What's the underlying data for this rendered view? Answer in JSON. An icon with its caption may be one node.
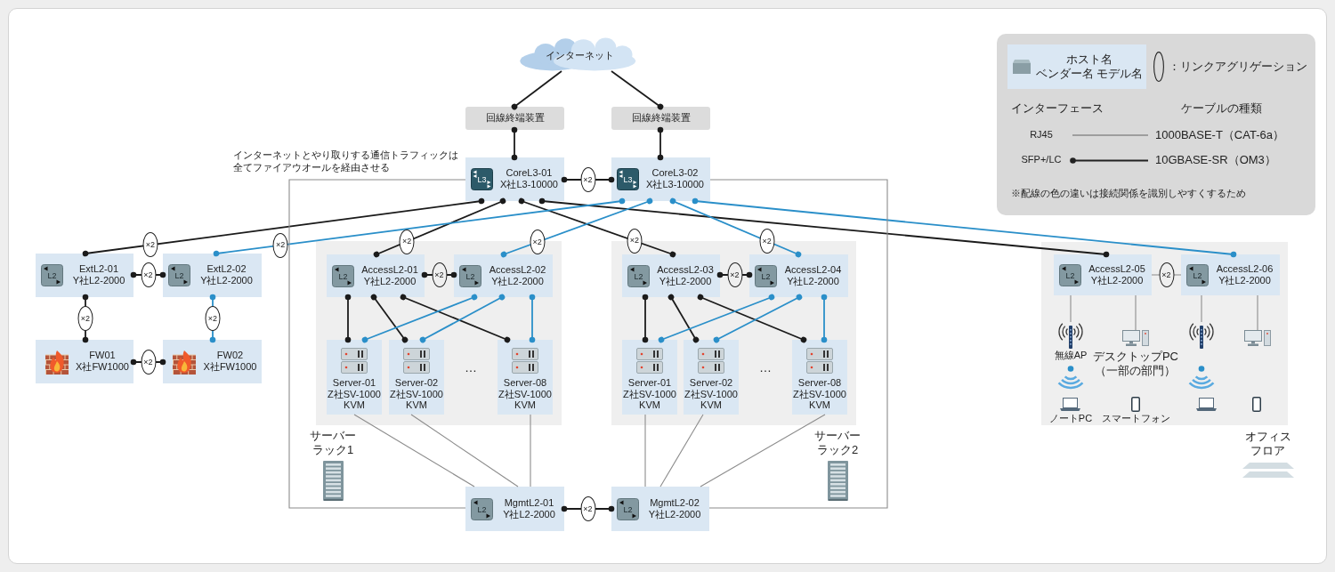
{
  "diagram": {
    "nodes": [
      {
        "text": [
          "インターネット"
        ]
      },
      {
        "text": [
          "回線終端装置"
        ]
      },
      {
        "text": [
          "回線終端装置"
        ]
      },
      {
        "text": [
          "L3",
          "CoreL3-01",
          "X社L3-10000"
        ]
      },
      {
        "text": [
          "L3",
          "CoreL3-02",
          "X社L3-10000"
        ]
      },
      {
        "text": [
          "L2",
          "ExtL2-01",
          "Y社L2-2000"
        ]
      },
      {
        "text": [
          "L2",
          "ExtL2-02",
          "Y社L2-2000"
        ]
      },
      {
        "text": [
          "FW01",
          "X社FW1000"
        ]
      },
      {
        "text": [
          "FW02",
          "X社FW1000"
        ]
      },
      {
        "text": [],
        "shape": "box",
        "beside": [
          "サーバーラック1"
        ]
      },
      {
        "text": [
          "L2",
          "AccessL2-01",
          "Y社L2-2000"
        ],
        "in": 9
      },
      {
        "text": [
          "L2",
          "AccessL2-02",
          "Y社L2-2000"
        ],
        "in": 9
      },
      {
        "text": [
          "Server-01",
          "Z社SV-1000",
          "KVM"
        ],
        "in": 9
      },
      {
        "text": [
          "Server-02",
          "Z社SV-1000",
          "KVM"
        ],
        "in": 9
      },
      {
        "text": [
          "Server-08",
          "Z社SV-1000",
          "KVM"
        ],
        "in": 9
      },
      {
        "text": [],
        "shape": "box",
        "beside": [
          "サーバーラック2"
        ]
      },
      {
        "text": [
          "L2",
          "AccessL2-03",
          "Y社L2-2000"
        ],
        "in": 15
      },
      {
        "text": [
          "L2",
          "AccessL2-04",
          "Y社L2-2000"
        ],
        "in": 15
      },
      {
        "text": [
          "Server-01",
          "Z社SV-1000",
          "KVM"
        ],
        "in": 15
      },
      {
        "text": [
          "Server-02",
          "Z社SV-1000",
          "KVM"
        ],
        "in": 15
      },
      {
        "text": [
          "Server-08",
          "Z社SV-1000",
          "KVM"
        ],
        "in": 15
      },
      {
        "text": [],
        "shape": "box",
        "beside": [
          "オフィスフロア"
        ]
      },
      {
        "text": [
          "L2",
          "AccessL2-05",
          "Y社L2-2000"
        ],
        "in": 21
      },
      {
        "text": [
          "L2",
          "AccessL2-06",
          "Y社L2-2000"
        ],
        "in": 21
      },
      {
        "text": [
          "無線AP"
        ],
        "in": 21
      },
      {
        "text": [
          "デスクトップPC（一部の部門）"
        ],
        "in": 21
      },
      {
        "text": [],
        "shape": "picture",
        "in": 21
      },
      {
        "text": [],
        "shape": "picture",
        "in": 21
      },
      {
        "text": [
          "L2",
          "MgmtL2-01",
          "Y社L2-2000"
        ]
      },
      {
        "text": [
          "L2",
          "MgmtL2-02",
          "Y社L2-2000"
        ]
      },
      {
        "text": [
          "ホスト名",
          "ベンダー名 モデル名"
        ]
      }
    ],
    "edges": [
      {
        "from": 0,
        "to": 1,
        "arrow": "other"
      },
      {
        "from": 0,
        "to": 2,
        "arrow": "other"
      },
      {
        "from": 1,
        "to": 3,
        "arrow": "other"
      },
      {
        "from": 2,
        "to": 4,
        "arrow": "other"
      },
      {
        "from": 3,
        "to": 4,
        "arrow": "other",
        "label": "×2"
      },
      {
        "from": 3,
        "to": 5,
        "arrow": "other",
        "label": "×2"
      },
      {
        "from": 3,
        "to": 10,
        "arrow": "other",
        "label": "×2"
      },
      {
        "from": 3,
        "to": 16,
        "arrow": "other",
        "label": "×2"
      },
      {
        "from": 3,
        "to": 22,
        "arrow": "other"
      },
      {
        "from": 4,
        "to": 6,
        "arrow": "other",
        "label": "×2",
        "color": "#2a8fc9"
      },
      {
        "from": 4,
        "to": 11,
        "arrow": "other",
        "label": "×2",
        "color": "#2a8fc9"
      },
      {
        "from": 4,
        "to": 17,
        "arrow": "other",
        "label": "×2",
        "color": "#2a8fc9"
      },
      {
        "from": 4,
        "to": 23,
        "arrow": "other",
        "color": "#2a8fc9"
      },
      {
        "from": 3,
        "to": 28,
        "arrow": "none",
        "color": "#8c8c8c"
      },
      {
        "from": 4,
        "to": 29,
        "arrow": "none",
        "color": "#8c8c8c"
      },
      {
        "from": 5,
        "to": 6,
        "arrow": "other",
        "label": "×2"
      },
      {
        "from": 5,
        "to": 7,
        "arrow": "other",
        "label": "×2"
      },
      {
        "from": 6,
        "to": 8,
        "arrow": "other",
        "label": "×2",
        "color": "#2a8fc9"
      },
      {
        "from": 7,
        "to": 8,
        "arrow": "other",
        "label": "×2"
      },
      {
        "from": 10,
        "to": 11,
        "arrow": "other",
        "label": "×2"
      },
      {
        "from": 10,
        "to": 12,
        "arrow": "other"
      },
      {
        "from": 10,
        "to": 13,
        "arrow": "other"
      },
      {
        "from": 10,
        "to": 14,
        "arrow": "other"
      },
      {
        "from": 11,
        "to": 12,
        "arrow": "other",
        "color": "#2a8fc9"
      },
      {
        "from": 11,
        "to": 13,
        "arrow": "other",
        "color": "#2a8fc9"
      },
      {
        "from": 11,
        "to": 14,
        "arrow": "other",
        "color": "#2a8fc9"
      },
      {
        "from": 12,
        "to": 28,
        "arrow": "none",
        "color": "#8c8c8c"
      },
      {
        "from": 13,
        "to": 28,
        "arrow": "none",
        "color": "#8c8c8c"
      },
      {
        "from": 14,
        "to": 28,
        "arrow": "none",
        "color": "#8c8c8c"
      },
      {
        "from": 16,
        "to": 17,
        "arrow": "other",
        "label": "×2"
      },
      {
        "from": 16,
        "to": 18,
        "arrow": "other"
      },
      {
        "from": 16,
        "to": 19,
        "arrow": "other"
      },
      {
        "from": 16,
        "to": 20,
        "arrow": "other"
      },
      {
        "from": 17,
        "to": 18,
        "arrow": "other",
        "color": "#2a8fc9"
      },
      {
        "from": 17,
        "to": 19,
        "arrow": "other",
        "color": "#2a8fc9"
      },
      {
        "from": 17,
        "to": 20,
        "arrow": "other",
        "color": "#2a8fc9"
      },
      {
        "from": 18,
        "to": 29,
        "arrow": "none",
        "color": "#8c8c8c"
      },
      {
        "from": 19,
        "to": 29,
        "arrow": "none",
        "color": "#8c8c8c"
      },
      {
        "from": 20,
        "to": 29,
        "arrow": "none",
        "color": "#8c8c8c"
      },
      {
        "from": 22,
        "to": 23,
        "arrow": "none",
        "label": "×2",
        "color": "#8c8c8c"
      },
      {
        "from": 22,
        "to": 24,
        "arrow": "none",
        "color": "#8c8c8c"
      },
      {
        "from": 22,
        "to": 25,
        "arrow": "none",
        "color": "#8c8c8c"
      },
      {
        "from": 23,
        "to": 26,
        "arrow": "none",
        "color": "#8c8c8c"
      },
      {
        "from": 23,
        "to": 27,
        "arrow": "none",
        "color": "#8c8c8c"
      },
      {
        "from": 28,
        "to": 29,
        "arrow": "other",
        "label": "×2"
      }
    ],
    "labels": [
      "インターネットとやり取りする通信トラフィックは全てファイアウオールを経由させる",
      "…",
      "…",
      "ノートPC",
      "スマートフォン",
      "インターフェース",
      "ケーブルの種類",
      "RJ45",
      "SFP+/LC",
      "※配線の色の違いは接続関係を識別しやすくするため"
    ],
    "legend": [
      {
        "text": "：リンクアグリゲーション"
      },
      {
        "text": "1000BASE-T（CAT-6a）"
      },
      {
        "text": "10GBASE-SR（OM3）"
      }
    ]
  }
}
